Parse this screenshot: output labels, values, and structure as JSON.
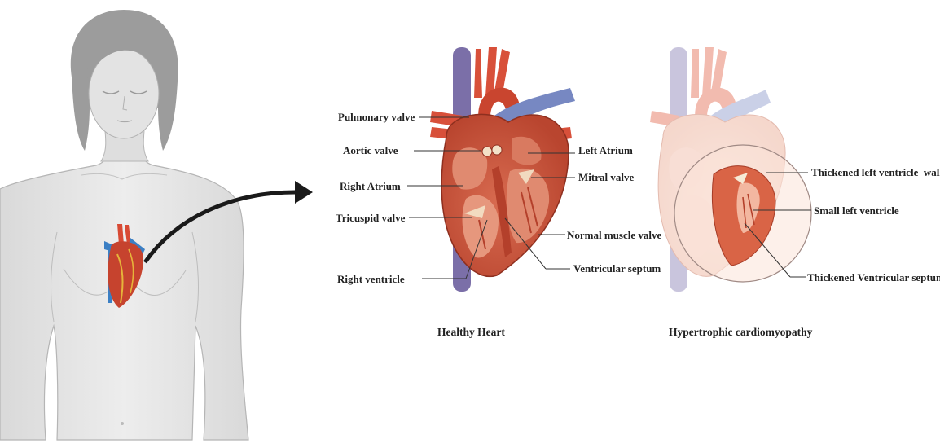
{
  "healthy": {
    "labels": {
      "pulmonary_valve": "Pulmonary valve",
      "aortic_valve": "Aortic valve",
      "right_atrium": "Right Atrium",
      "tricuspid_valve": "Tricuspid valve",
      "right_ventricle": "Right ventricle",
      "left_atrium": "Left Atrium",
      "mitral_valve": "Mitral valve",
      "normal_muscle_valve": "Normal muscle valve",
      "ventricular_septum": "Ventricular septum"
    },
    "caption": "Healthy Heart"
  },
  "hcm": {
    "labels": {
      "thickened_lv_wall": "Thickened left ventricle  wall",
      "small_lv": "Small left ventricle",
      "thickened_septum": "Thickened Ventricular septum"
    },
    "caption": "Hypertrophic cardiomyopathy"
  },
  "colors": {
    "body_fill": "#e6e6e6",
    "body_outline": "#a8a8a8",
    "hair": "#9a9a9a",
    "heart_red": "#c8553d",
    "heart_light": "#e79b84",
    "aorta": "#d8503a",
    "vena_cava": "#7b6fa8",
    "pulmonary": "#6f7fb8",
    "leader": "#333333",
    "arrow": "#1a1a1a"
  }
}
